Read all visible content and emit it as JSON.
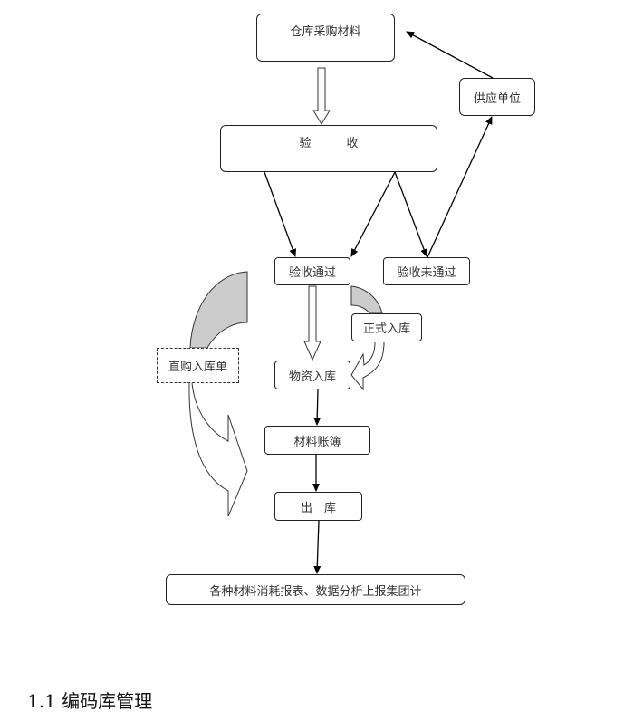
{
  "diagram": {
    "nodes": {
      "purchase": "仓库采购材料",
      "inspect": "验　　　收",
      "supplier": "供应单位",
      "passed": "验收通过",
      "failed": "验收未通过",
      "formal_stock_in": "正式入库",
      "direct_purchase_slip": "直购入库单",
      "goods_stock_in": "物资入库",
      "material_ledger": "材料账簿",
      "stock_out": "出　库",
      "report": "各种材料消耗报表、数据分析上报集团计"
    },
    "edges": [
      {
        "from": "purchase",
        "to": "inspect",
        "style": "hollow-arrow"
      },
      {
        "from": "inspect",
        "to": "passed",
        "style": "arrow"
      },
      {
        "from": "inspect",
        "to": "passed",
        "style": "arrow"
      },
      {
        "from": "inspect",
        "to": "failed",
        "style": "arrow"
      },
      {
        "from": "failed",
        "to": "supplier",
        "style": "arrow"
      },
      {
        "from": "supplier",
        "to": "purchase",
        "style": "arrow"
      },
      {
        "from": "passed",
        "to": "goods_stock_in",
        "style": "hollow-arrow"
      },
      {
        "from": "passed",
        "to": "goods_stock_in",
        "via": "formal_stock_in",
        "style": "curved-block-arrow"
      },
      {
        "from": "direct_purchase_slip",
        "to": "material_ledger",
        "style": "curved-block-arrow"
      },
      {
        "from": "goods_stock_in",
        "to": "material_ledger",
        "style": "arrow"
      },
      {
        "from": "material_ledger",
        "to": "stock_out",
        "style": "arrow"
      },
      {
        "from": "stock_out",
        "to": "report",
        "style": "arrow"
      }
    ]
  },
  "section_heading": "1.1 编码库管理"
}
